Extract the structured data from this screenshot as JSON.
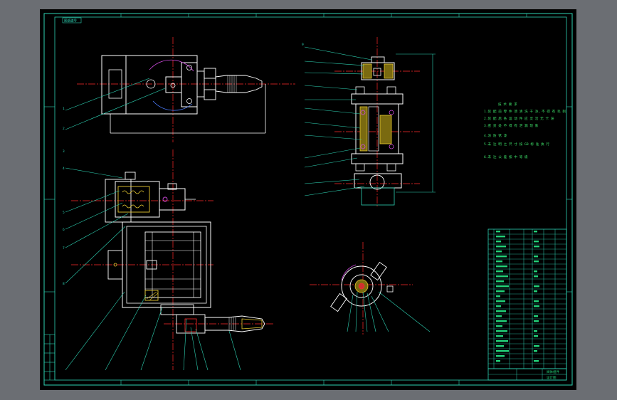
{
  "drawing": {
    "title_block": {
      "name": "阀体组件",
      "number": "设计图"
    },
    "notes": [
      "技 术 要 求",
      "1.装 配 前 零 件 须 清 洗 干 净，不 得 有 毛 刺",
      "2.装 配 后 各 运 动 件 应 灵 活 无 卡 滞",
      "3.密 封 处 不 得 有 泄 漏 现 象",
      "4.涂 防 锈 漆",
      "5.未 注 明 之 尺 寸 按 GB 标 准 执 行",
      "6.未 注 公 差 按 中 等 级"
    ],
    "corner_stamp": "图纸编号"
  },
  "colors": {
    "background": "#000000",
    "frame": "#2ed3b4",
    "centerline": "#ff2a2a",
    "part": "#ffffff",
    "hatch": "#e6c830",
    "accent": "#d04be0",
    "note_text": "#3ee06a"
  }
}
